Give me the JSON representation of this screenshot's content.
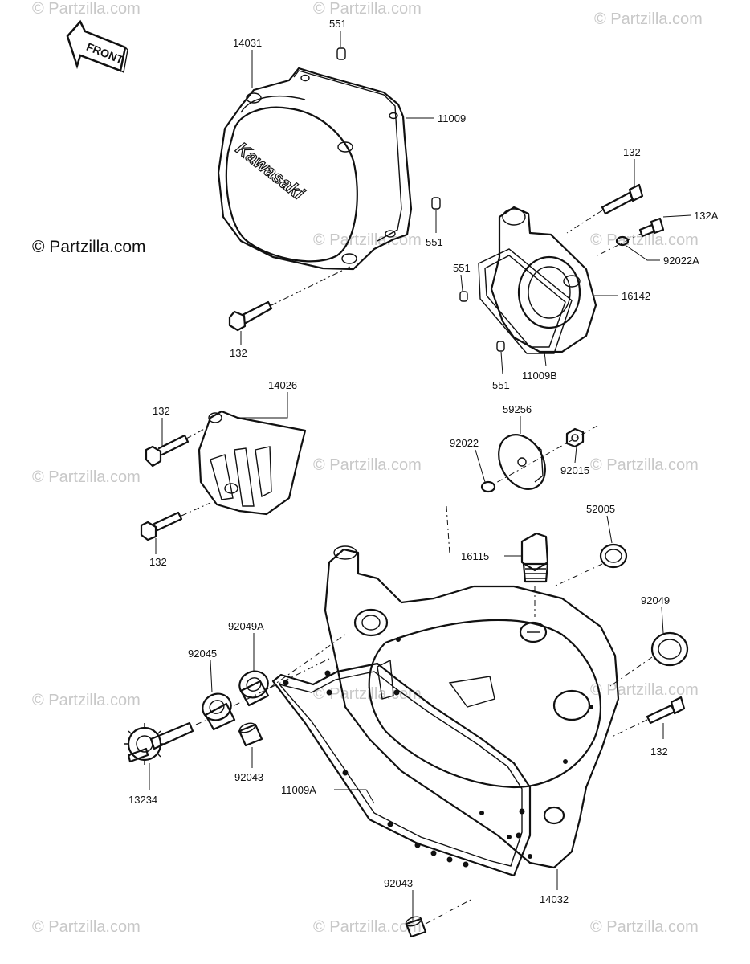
{
  "watermark": "© Partzilla.com",
  "copyright": "© Partzilla.com",
  "front_label": "FRONT",
  "brand_text": "Kawasaki",
  "labels": {
    "p14031": "14031",
    "p551_top": "551",
    "p11009": "11009",
    "p551_mid": "551",
    "p132_top": "132",
    "p132_pump": "132",
    "p132A": "132A",
    "p92022A": "92022A",
    "p551_left": "551",
    "p16142": "16142",
    "p551_low": "551",
    "p11009B": "11009B",
    "p14026": "14026",
    "p132_sp1": "132",
    "p132_sp2": "132",
    "p59256": "59256",
    "p92022": "92022",
    "p92015": "92015",
    "p52005": "52005",
    "p16115": "16115",
    "p92049": "92049",
    "p92049A": "92049A",
    "p92045": "92045",
    "p132_right": "132",
    "p92043_a": "92043",
    "p13234": "13234",
    "p11009A": "11009A",
    "p92043_b": "92043",
    "p14032": "14032"
  }
}
